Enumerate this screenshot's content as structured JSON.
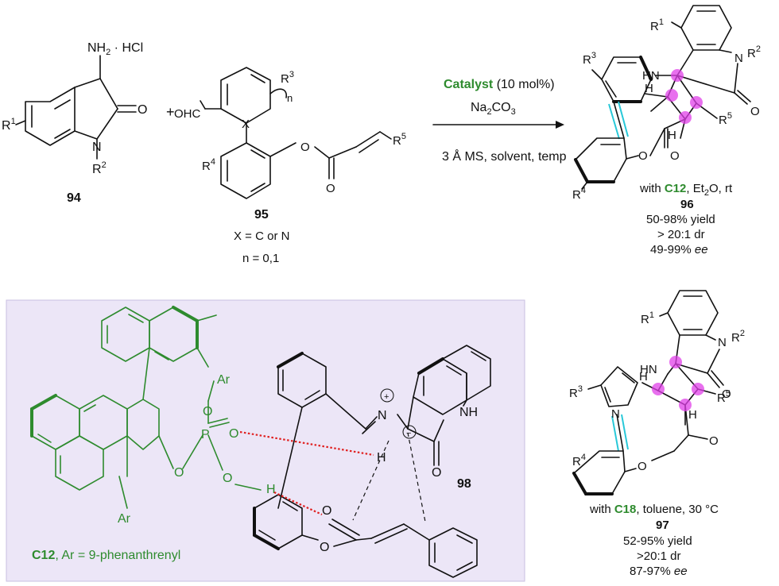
{
  "colors": {
    "green": "#2e8b2e",
    "panel": "#ece6f7",
    "hbond": "#e02020",
    "highlight": "#e040e8",
    "cyan": "#28c8d8"
  },
  "reactants": {
    "s94": {
      "nh2": "NH",
      "nh2_sub": "2",
      "hcl": " · HCl",
      "o": "O",
      "n": "N",
      "r1": "R",
      "r1_sup": "1",
      "r2": "R",
      "r2_sup": "2",
      "id": "94"
    },
    "plus": "+",
    "s95": {
      "ohc": "OHC",
      "x": "X",
      "n": "n",
      "r3": "R",
      "r3_sup": "3",
      "r4": "R",
      "r4_sup": "4",
      "o1": "O",
      "o2": "O",
      "r5": "R",
      "r5_sup": "5",
      "id": "95",
      "x_def": "X = C or N",
      "n_def": "n = 0,1"
    }
  },
  "conditions": {
    "catalyst": "Catalyst",
    "loading": " (10 mol%)",
    "base": "Na",
    "base_sub": "2",
    "base_rest": "CO",
    "base_sub2": "3",
    "below": "3 Å MS, solvent, temp"
  },
  "p96": {
    "r1": "R",
    "r1_sup": "1",
    "r2": "R",
    "r2_sup": "2",
    "r3": "R",
    "r3_sup": "3",
    "r4": "R",
    "r4_sup": "4",
    "r5": "R",
    "r5_sup": "5",
    "hn": "HN",
    "h": "H",
    "n": "N",
    "o": "O",
    "with": "with ",
    "cat": "C12",
    "cond": ", Et",
    "cond_sub": "2",
    "cond_rest": "O, rt",
    "id": "96",
    "yield": "50-98% yield",
    "dr": "> 20:1 dr",
    "ee_val": "49-99% ",
    "ee": "ee"
  },
  "p97": {
    "r1": "R",
    "r1_sup": "1",
    "r2": "R",
    "r2_sup": "2",
    "r3": "R",
    "r3_sup": "3",
    "r4": "R",
    "r4_sup": "4",
    "r5": "R",
    "r5_sup": "5",
    "hn": "HN",
    "h": "H",
    "n": "N",
    "o": "O",
    "with": "with ",
    "cat": "C18",
    "cond": ", toluene, 30 °C",
    "id": "97",
    "yield": "52-95% yield",
    "dr": ">20:1 dr",
    "ee_val": "87-97% ",
    "ee": "ee"
  },
  "ts": {
    "ar": "Ar",
    "o": "O",
    "p": "P",
    "h": "H",
    "n": "N",
    "nh": "NH",
    "plus": "+",
    "minus": "−",
    "cat_label": "C12",
    "cat_def": ", Ar = 9-phenanthrenyl",
    "id": "98"
  }
}
